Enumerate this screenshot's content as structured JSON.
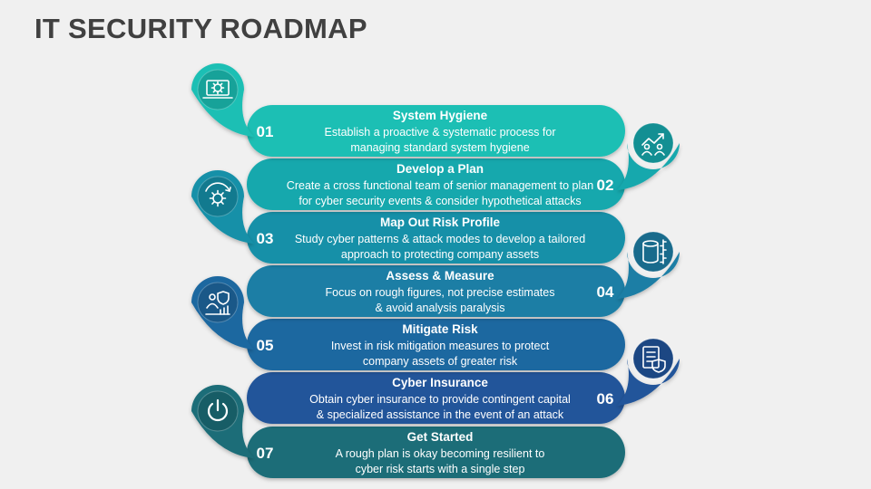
{
  "title": "IT SECURITY ROADMAP",
  "colors": {
    "background": "#f0f0f0",
    "title": "#404040",
    "step1": "#1bbfb4",
    "step2": "#16a8ad",
    "step3": "#1590a8",
    "step4": "#1d7ea5",
    "step5": "#1f68a0",
    "step6": "#21549a",
    "step7": "#1b6d78"
  },
  "steps": [
    {
      "number": "01",
      "title": "System Hygiene",
      "lines": [
        "Establish a proactive & systematic process for",
        "managing standard system hygiene"
      ],
      "icon": "monitor-gear-icon",
      "color": "#1bbfb4"
    },
    {
      "number": "02",
      "title": "Develop a Plan",
      "lines": [
        "Create a cross functional team of senior management to plan",
        "for cyber security events & consider hypothetical attacks"
      ],
      "icon": "team-growth-icon",
      "color": "#16a8ad"
    },
    {
      "number": "03",
      "title": "Map Out Risk Profile",
      "lines": [
        "Study cyber patterns & attack modes to develop a tailored",
        "approach to protecting company assets"
      ],
      "icon": "gear-arrows-icon",
      "color": "#1590a8"
    },
    {
      "number": "04",
      "title": "Assess & Measure",
      "lines": [
        "Focus on rough figures, not precise estimates",
        "& avoid analysis paralysis"
      ],
      "icon": "measure-cylinder-icon",
      "color": "#1d7ea5"
    },
    {
      "number": "05",
      "title": "Mitigate Risk",
      "lines": [
        "Invest in risk mitigation measures to protect",
        "company assets of greater risk"
      ],
      "icon": "person-shield-chart-icon",
      "color": "#1f68a0"
    },
    {
      "number": "06",
      "title": "Cyber Insurance",
      "lines": [
        "Obtain cyber insurance to provide contingent capital",
        "& specialized assistance in the event of an attack"
      ],
      "icon": "document-shield-icon",
      "color": "#21549a"
    },
    {
      "number": "07",
      "title": "Get Started",
      "lines": [
        "A rough plan is okay becoming resilient to",
        "cyber risk starts with a single step"
      ],
      "icon": "power-icon",
      "color": "#1b6d78"
    }
  ]
}
